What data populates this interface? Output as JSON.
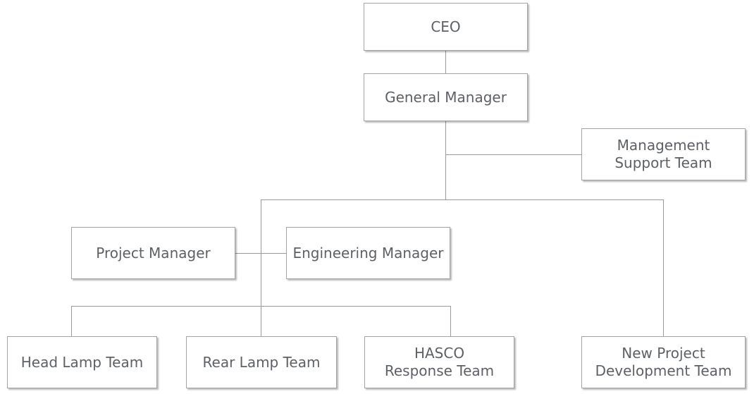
{
  "org_chart": {
    "nodes": {
      "ceo": "CEO",
      "general_manager": "General Manager",
      "management_support": "Management\nSupport Team",
      "project_manager": "Project Manager",
      "engineering_manager": "Engineering Manager",
      "head_lamp": "Head Lamp Team",
      "rear_lamp": "Rear Lamp Team",
      "hasco_response": "HASCO\nResponse Team",
      "new_project": "New Project\nDevelopment Team"
    }
  }
}
